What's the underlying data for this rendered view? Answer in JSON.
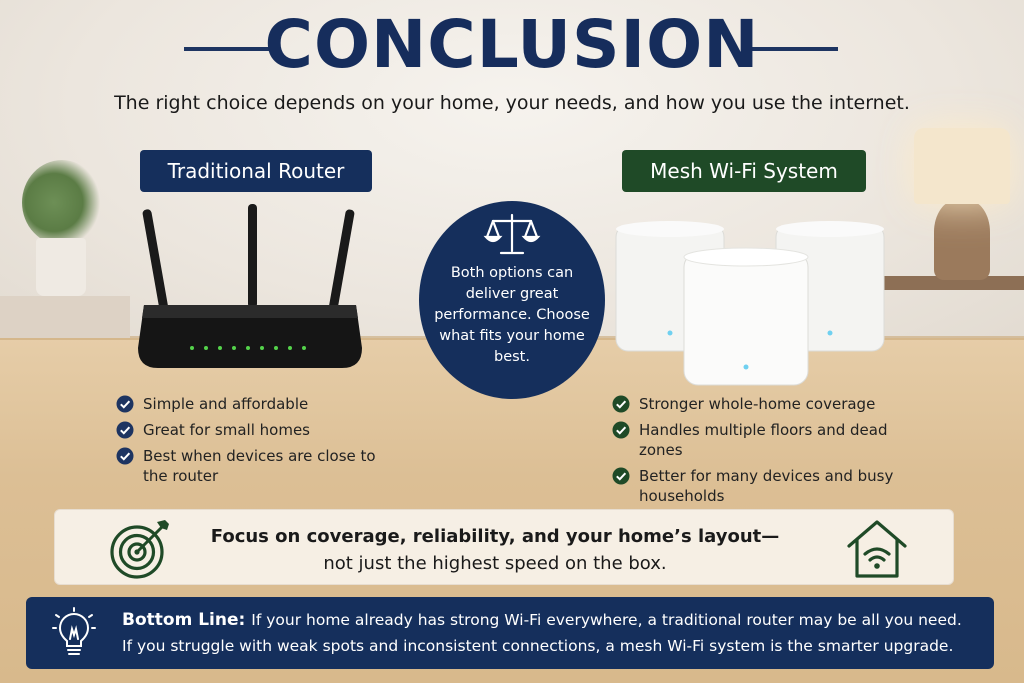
{
  "header": {
    "title": "CONCLUSION",
    "subtitle": "The right choice depends on your home, your needs, and how you use the internet."
  },
  "router": {
    "label": "Traditional Router",
    "benefits": [
      "Simple and affordable",
      "Great for small homes",
      "Best when devices are close to the router"
    ]
  },
  "mesh": {
    "label": "Mesh Wi-Fi System",
    "benefits": [
      "Stronger whole-home coverage",
      "Handles multiple floors and dead zones",
      "Better for many devices and busy households"
    ]
  },
  "center": {
    "text": "Both options can deliver great performance. Choose what fits your home best.",
    "icon": "balance-scale-icon"
  },
  "focus": {
    "line1": "Focus on coverage, reliability, and your home’s layout—",
    "line2": "not just the highest speed on the box.",
    "left_icon": "target-icon",
    "right_icon": "home-wifi-icon"
  },
  "bottom": {
    "heading": "Bottom Line:",
    "line1": "If your home already has strong Wi-Fi everywhere, a traditional router may be all you need.",
    "line2": "If you struggle with weak spots and inconsistent connections, a mesh Wi-Fi system is the smarter upgrade.",
    "icon": "lightbulb-icon"
  },
  "colors": {
    "navy": "#152f5c",
    "green": "#1f4a27",
    "check": "#1d3461"
  }
}
